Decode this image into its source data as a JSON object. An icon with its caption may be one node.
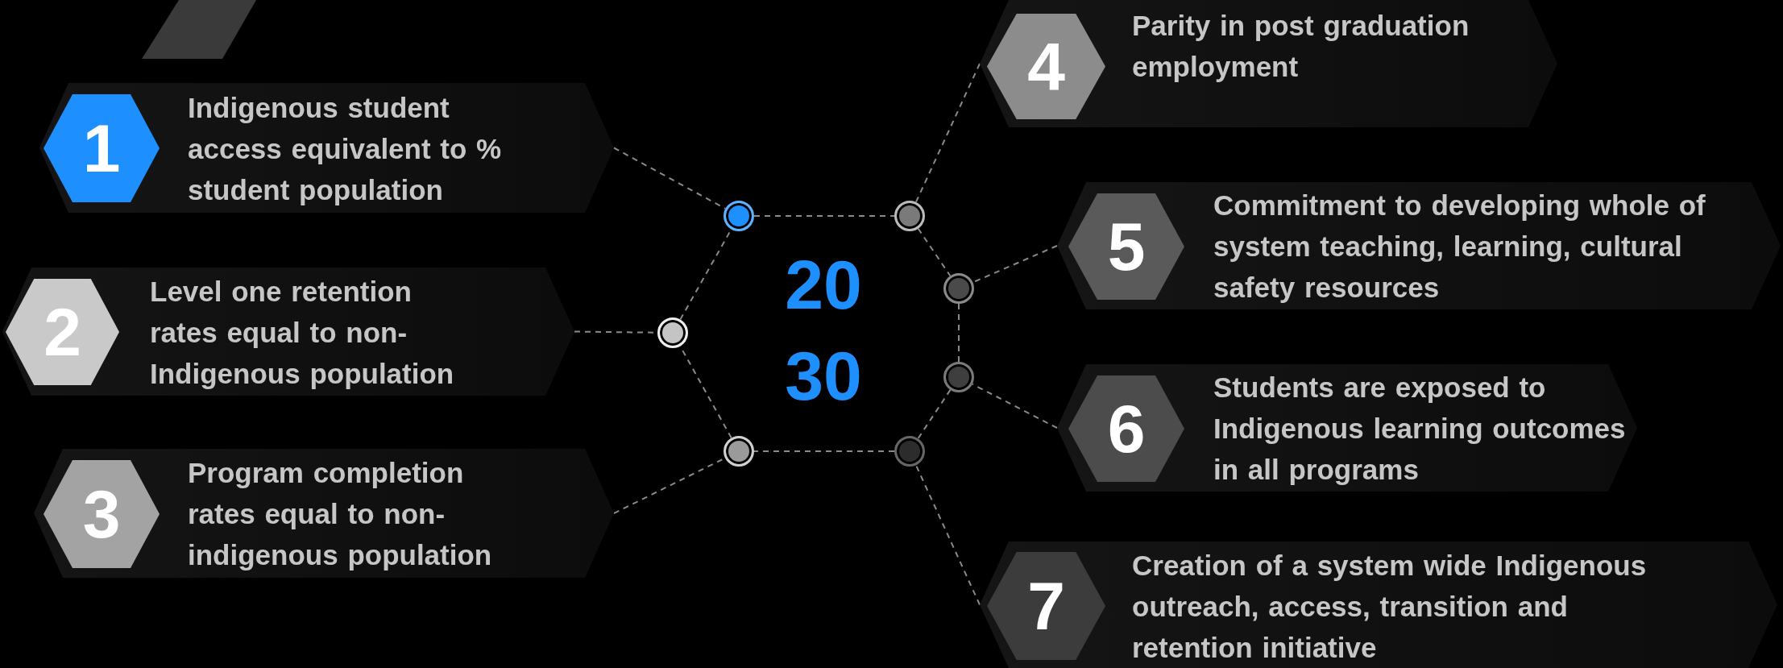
{
  "diagram": {
    "nodes": [
      {
        "text": [
          "Indigenous student access equivalent to % student population"
        ]
      },
      {
        "text": [
          "1"
        ],
        "in": 0
      },
      {
        "text": [
          "Level one retention rates equal to non-Indigenous population"
        ]
      },
      {
        "text": [
          "2"
        ],
        "in": 2
      },
      {
        "text": [
          "Program completion rates equal to non-indigenous population"
        ]
      },
      {
        "text": [
          "3"
        ],
        "in": 4
      },
      {
        "text": [
          "Parity in post graduation employment"
        ]
      },
      {
        "text": [
          "4"
        ],
        "in": 6
      },
      {
        "text": [
          "Commitment to developing whole of system teaching, learning, cultural safety resources"
        ]
      },
      {
        "text": [
          "5"
        ],
        "in": 8
      },
      {
        "text": [
          "Students are exposed to Indigenous learning outcomes in all programs"
        ]
      },
      {
        "text": [
          "6"
        ],
        "in": 10
      },
      {
        "text": [
          "Creation of a system wide Indigenous outreach, access, transition and retention initiative"
        ]
      },
      {
        "text": [
          "7"
        ],
        "in": 12
      },
      {
        "text": [],
        "shape": "circle"
      },
      {
        "text": [],
        "shape": "circle"
      },
      {
        "text": [],
        "shape": "circle"
      },
      {
        "text": [],
        "shape": "circle"
      },
      {
        "text": [],
        "shape": "circle"
      },
      {
        "text": [],
        "shape": "circle"
      },
      {
        "text": [],
        "shape": "circle"
      },
      {
        "text": [],
        "shape": "bar"
      }
    ],
    "edges": [
      {
        "from": 0,
        "to": 14,
        "arrow": "none",
        "style": "dashed"
      },
      {
        "from": 2,
        "to": 20,
        "arrow": "none",
        "style": "dashed"
      },
      {
        "from": 4,
        "to": 19,
        "arrow": "none",
        "style": "dashed"
      },
      {
        "from": 6,
        "to": 15,
        "arrow": "none",
        "style": "dashed"
      },
      {
        "from": 8,
        "to": 16,
        "arrow": "none",
        "style": "dashed"
      },
      {
        "from": 10,
        "to": 17,
        "arrow": "none",
        "style": "dashed"
      },
      {
        "from": 12,
        "to": 18,
        "arrow": "none",
        "style": "dashed"
      },
      {
        "from": 14,
        "to": 15,
        "arrow": "none",
        "style": "dashed"
      },
      {
        "from": 15,
        "to": 16,
        "arrow": "none",
        "style": "dashed"
      },
      {
        "from": 16,
        "to": 17,
        "arrow": "none",
        "style": "dashed"
      },
      {
        "from": 17,
        "to": 18,
        "arrow": "none",
        "style": "dashed"
      },
      {
        "from": 18,
        "to": 19,
        "arrow": "none",
        "style": "dashed"
      },
      {
        "from": 19,
        "to": 20,
        "arrow": "none",
        "style": "dashed"
      },
      {
        "from": 20,
        "to": 14,
        "arrow": "none",
        "style": "dashed"
      }
    ],
    "labels": [
      "20",
      "30"
    ]
  }
}
